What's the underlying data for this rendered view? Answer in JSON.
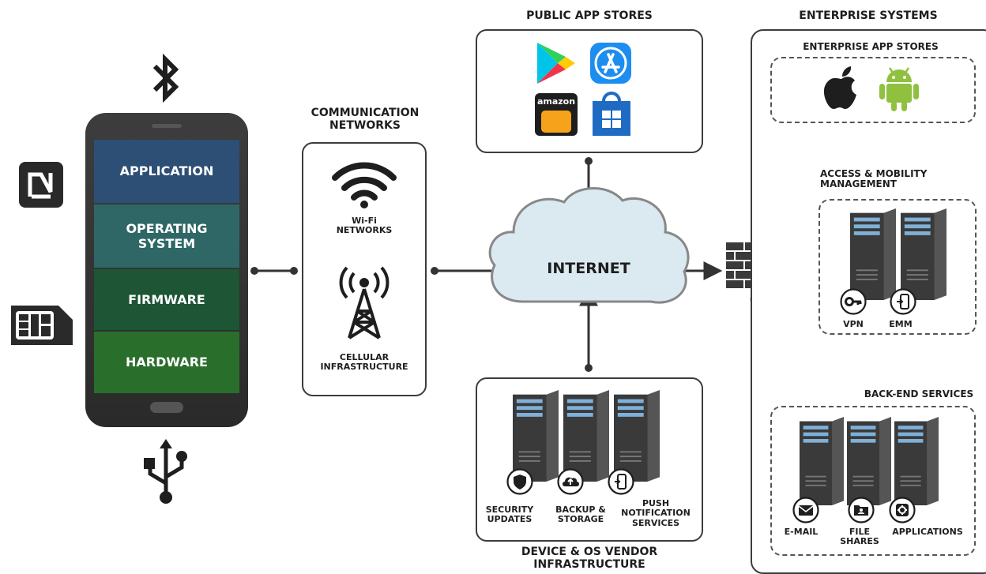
{
  "device": {
    "layers": [
      {
        "label": "APPLICATION",
        "color": "#2d4f76"
      },
      {
        "label": "OPERATING\nSYSTEM",
        "color": "#2f6767"
      },
      {
        "label": "FIRMWARE",
        "color": "#1d5535"
      },
      {
        "label": "HARDWARE",
        "color": "#2a6e2b"
      }
    ],
    "peripheral_icons": [
      "bluetooth-icon",
      "nfc-icon",
      "sim-card-icon",
      "usb-icon"
    ]
  },
  "networks": {
    "title": "COMMUNICATION\nNETWORKS",
    "wifi_label": "Wi-Fi\nNETWORKS",
    "cellular_label": "CELLULAR\nINFRASTRUCTURE"
  },
  "app_stores": {
    "title": "PUBLIC APP STORES",
    "amazon_text": "amazon",
    "icons": [
      "google-play-icon",
      "apple-app-store-icon",
      "amazon-appstore-icon",
      "windows-store-icon"
    ]
  },
  "internet": {
    "label": "INTERNET"
  },
  "vendor": {
    "title": "DEVICE & OS VENDOR\nINFRASTRUCTURE",
    "services": [
      "SECURITY\nUPDATES",
      "BACKUP &\nSTORAGE",
      "PUSH\nNOTIFICATION\nSERVICES"
    ]
  },
  "enterprise": {
    "title": "ENTERPRISE SYSTEMS",
    "app_stores_title": "ENTERPRISE APP STORES",
    "access_title": "ACCESS & MOBILITY\nMANAGEMENT",
    "access_services": [
      "VPN",
      "EMM"
    ],
    "backend_title": "BACK-END SERVICES",
    "backend_services": [
      "E-MAIL",
      "FILE\nSHARES",
      "APPLICATIONS"
    ]
  },
  "colors": {
    "line": "#333333",
    "cloud_fill": "#dbe9f0",
    "server_body": "#3a3a3a",
    "server_stripe": "#7fb0d8"
  }
}
